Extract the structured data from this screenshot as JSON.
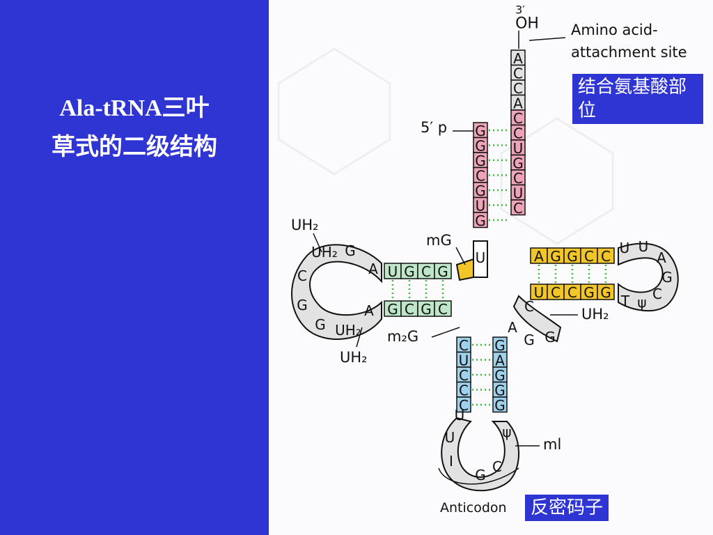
{
  "slide_title": {
    "line1": "Ala-tRNA三叶",
    "line2": "草式的二级结构"
  },
  "callouts": {
    "attachment_cn": "结合氨基酸部位",
    "anticodon_cn": "反密码子"
  },
  "labels": {
    "three_prime": "3′",
    "oh": "OH",
    "amino_acid_site": [
      "Amino acid-",
      "attachment site"
    ],
    "five_prime_p": "5′ p",
    "mg": "mG",
    "m2g": "m₂G",
    "uh2_top": "UH₂",
    "uh2_bottom": "UH₂",
    "uh2_right": "UH₂",
    "ml": "ml",
    "anticodon": "Anticodon"
  },
  "colors": {
    "slide_bg": "#2f35d3",
    "acceptor": "#eda3b8",
    "d_arm": "#bfe6c8",
    "t_arm": "#f2c528",
    "anticodon_arm": "#9fd2ea",
    "loop": "#e2e2e2"
  },
  "acceptor_3prime_tail": [
    "A",
    "C",
    "C",
    "A"
  ],
  "acceptor_left": [
    "G",
    "G",
    "G",
    "C",
    "G",
    "U",
    "G"
  ],
  "acceptor_right": [
    "C",
    "C",
    "U",
    "G",
    "C",
    "U",
    "C"
  ],
  "junction_u": "U",
  "d_stem_top": [
    "U",
    "G",
    "C",
    "G"
  ],
  "d_stem_bottom": [
    "G",
    "C",
    "G",
    "C"
  ],
  "d_loop": [
    "A",
    "G",
    "UH₂-",
    "C",
    "G",
    "G",
    "UH₂-",
    "A"
  ],
  "t_stem_top": [
    "A",
    "G",
    "G",
    "C",
    "C"
  ],
  "t_stem_bottom": [
    "U",
    "C",
    "C",
    "G",
    "G"
  ],
  "t_loop": [
    "U",
    "U",
    "A",
    "G",
    "C",
    "ψ",
    "T"
  ],
  "variable_loop": [
    "C",
    "A",
    "G",
    "G"
  ],
  "anticodon_stem_left": [
    "C",
    "U",
    "C",
    "C",
    "C"
  ],
  "anticodon_stem_right": [
    "G",
    "A",
    "G",
    "G",
    "G"
  ],
  "anticodon_loop": [
    "U",
    "U",
    "I",
    "G",
    "C",
    "ψ",
    "ml"
  ]
}
